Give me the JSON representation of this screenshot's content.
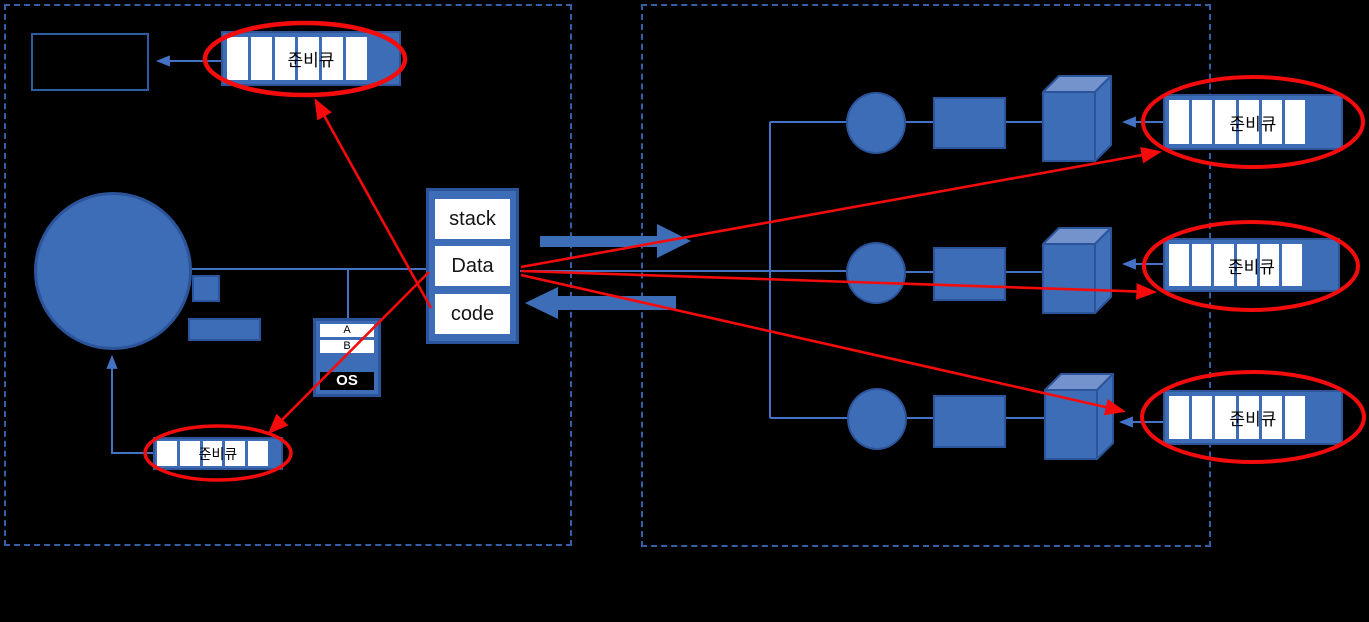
{
  "diagram": {
    "description_labels": {
      "ready_queue": "준비큐",
      "stack": "stack",
      "data": "Data",
      "code": "code",
      "row_a": "A",
      "row_b": "B",
      "os": "OS"
    }
  },
  "left_panel": {
    "top_queue_label": "준비큐",
    "bottom_queue_label": "준비큐",
    "memory_table": {
      "row_a": "A",
      "row_b": "B",
      "os": "OS"
    },
    "process_segments": {
      "stack": "stack",
      "data": "Data",
      "code": "code"
    }
  },
  "right_panel": {
    "queue_labels": [
      "준비큐",
      "준비큐",
      "준비큐"
    ]
  },
  "colors": {
    "background": "#000000",
    "shape_blue": "#3e6db7",
    "shape_border": "#2c549b",
    "connector_blue": "#4472c4",
    "dashed_border": "#3560a8",
    "cube_top": "#7493cd",
    "cube_side": "#4070ba",
    "cell_white": "#ffffff",
    "os_row_background": "#000000",
    "highlight_red": "#f40b0b"
  }
}
